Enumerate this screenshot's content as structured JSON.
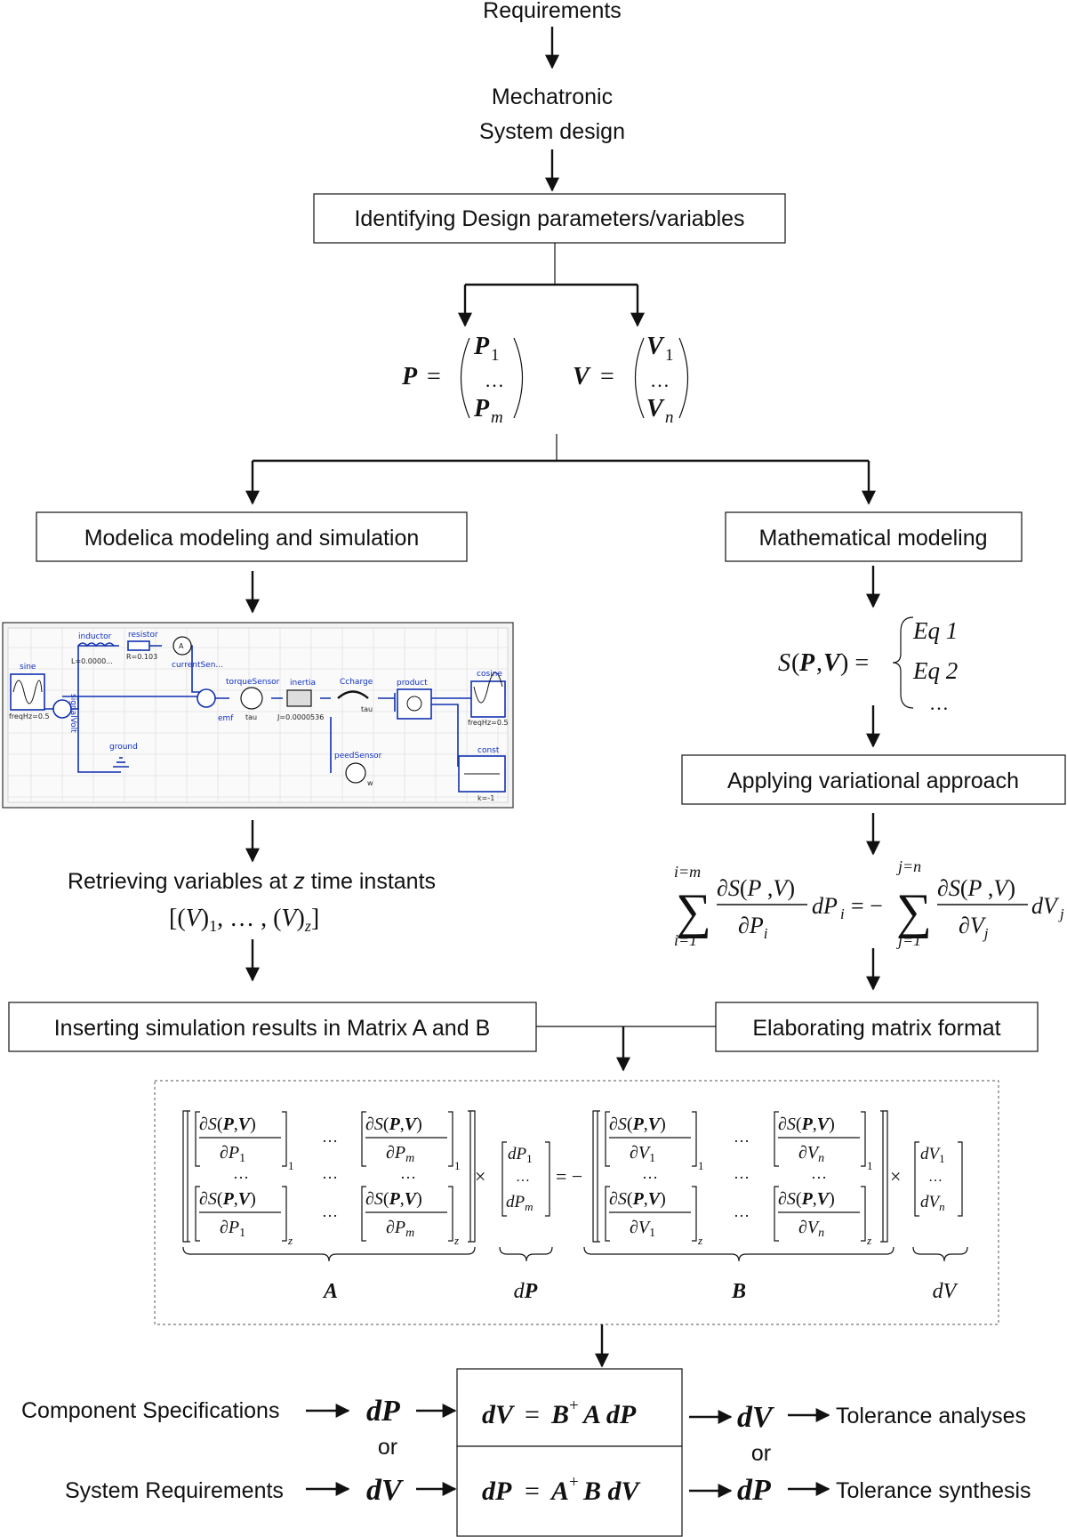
{
  "nodes": {
    "requirements": "Requirements",
    "mechatronic_line1": "Mechatronic",
    "mechatronic_line2": "System design",
    "identifying": "Identifying Design parameters/variables",
    "modelica": "Modelica modeling and simulation",
    "mathematical": "Mathematical modeling",
    "variational": "Applying variational approach",
    "retrieving_pre": "Retrieving variables at ",
    "retrieving_var": "z",
    "retrieving_post": " time instants",
    "inserting": "Inserting simulation results in Matrix A and B",
    "elaborating": "Elaborating matrix format",
    "component_specs": "Component Specifications",
    "system_requirements": "System Requirements",
    "or": "or",
    "tolerance_analyses": "Tolerance analyses",
    "tolerance_synthesis": "Tolerance synthesis"
  },
  "equations": {
    "p_vector": "P = (P1 … Pm)",
    "v_vector": "V = (V1 … Vn)",
    "system": "S(P,V) = { Eq 1, Eq 2, … }",
    "eq1": "Eq 1",
    "eq2": "Eq 2",
    "ellipsis": "…",
    "variational": "Σ_{i=1}^{i=m} ∂S(P,V)/∂P_i dP_i = − Σ_{j=1}^{j=n} ∂S(P,V)/∂V_j dV_j",
    "time_vector": "[(V)1, …, (V)z]",
    "matrix_equation": "A × dP = − B × dV",
    "label_A": "A",
    "label_dP": "dP",
    "label_B": "B",
    "label_dV": "dV",
    "analysis": "dV = B⁺A dP",
    "synthesis": "dP = A⁺B dV"
  },
  "modelica_components": [
    "sine",
    "freqHz=0.5",
    "signalVolt",
    "inductor",
    "L=0.0000...",
    "resistor",
    "R=0.103",
    "currentSen...",
    "ground",
    "torqueSensor",
    "emf",
    "tau",
    "inertia",
    "J=0.0000536",
    "Ccharge",
    "tau",
    "peedSensor",
    "w",
    "product",
    "cosine",
    "freqHz=0.5",
    "const",
    "k=-1"
  ]
}
